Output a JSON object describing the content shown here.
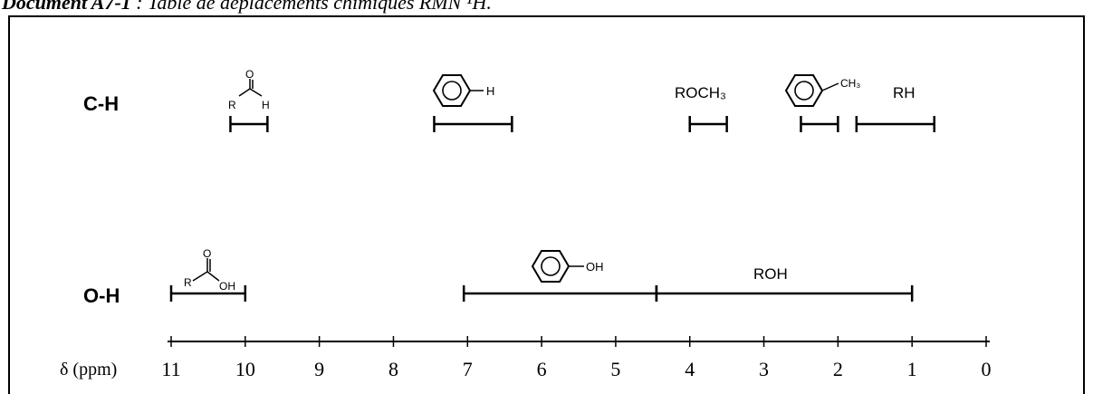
{
  "document_title": {
    "label": "Document A7-1",
    "text": " : Table de déplacements chimiques RMN ¹H."
  },
  "row_labels": {
    "ch": "C-H",
    "oh": "O-H"
  },
  "axis": {
    "label": "δ (ppm)",
    "ticks": [
      "11",
      "10",
      "9",
      "8",
      "7",
      "6",
      "5",
      "4",
      "3",
      "2",
      "1",
      "0"
    ]
  },
  "chart_data": {
    "type": "range",
    "xlabel": "δ (ppm)",
    "xlim": [
      11,
      0
    ],
    "ticks": [
      11,
      10,
      9,
      8,
      7,
      6,
      5,
      4,
      3,
      2,
      1,
      0
    ],
    "rows": [
      {
        "name": "C-H",
        "ranges": [
          {
            "group": "aldehyde",
            "from": 10.2,
            "to": 9.7,
            "labels": [
              "O",
              "R",
              "H"
            ]
          },
          {
            "group": "aromatic",
            "from": 7.45,
            "to": 6.4,
            "labels": [
              "H"
            ]
          },
          {
            "group": "methoxy",
            "from": 4.0,
            "to": 3.5,
            "labels": [
              "ROCH₃"
            ]
          },
          {
            "group": "benzylic-methyl",
            "from": 2.5,
            "to": 2.0,
            "labels": [
              "CH₃"
            ]
          },
          {
            "group": "alkane",
            "from": 1.75,
            "to": 0.7,
            "labels": [
              "RH"
            ]
          }
        ]
      },
      {
        "name": "O-H",
        "ranges": [
          {
            "group": "carboxylic-acid",
            "from": 11.0,
            "to": 10.0,
            "labels": [
              "O",
              "R",
              "OH"
            ]
          },
          {
            "group": "phenol",
            "from": 7.05,
            "to": 4.45,
            "labels": [
              "OH"
            ]
          },
          {
            "group": "alcohol",
            "from": 4.45,
            "to": 1.0,
            "labels": [
              "ROH"
            ]
          }
        ]
      }
    ]
  }
}
